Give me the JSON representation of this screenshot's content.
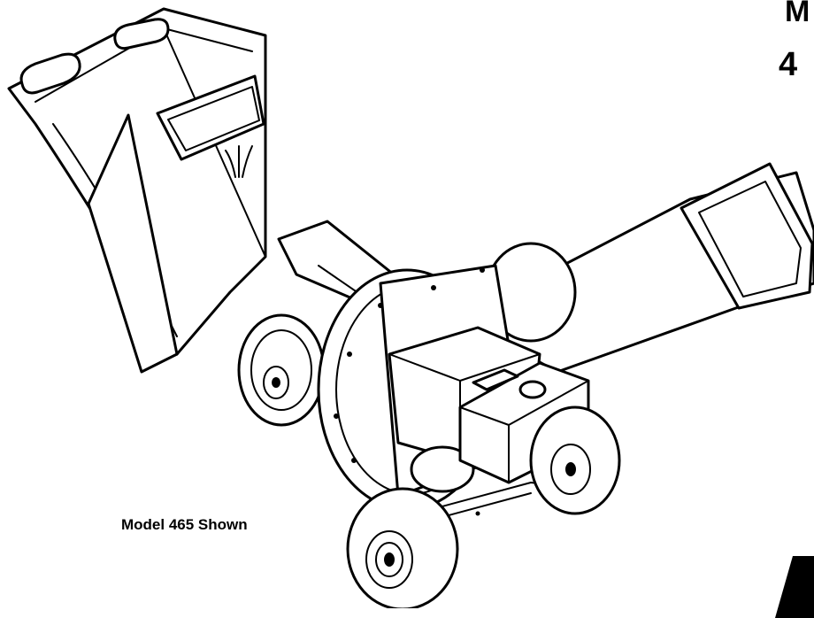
{
  "document": {
    "caption": "Model 465 Shown",
    "cut_title_fragment": "M",
    "cut_number_fragment": "4"
  },
  "colors": {
    "ink": "#000000",
    "paper": "#ffffff"
  },
  "icons": {
    "brand_logo": "tree-logo-icon"
  }
}
